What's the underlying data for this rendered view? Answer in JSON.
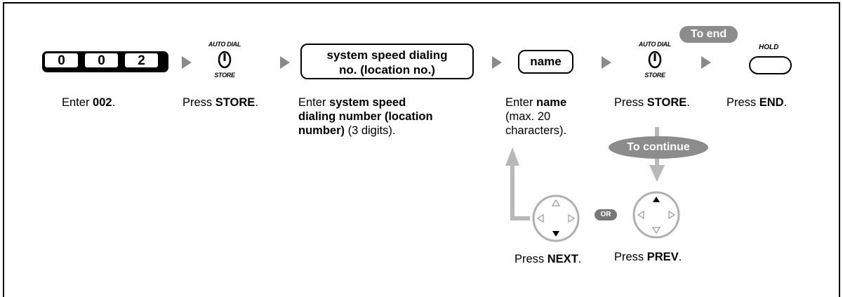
{
  "keys": [
    "0",
    "0",
    "2"
  ],
  "store_button": {
    "top_label": "AUTO DIAL",
    "bottom_label": "STORE"
  },
  "speed_box": {
    "line1": "system speed dialing",
    "line2": "no. (location no.)"
  },
  "name_box": "name",
  "hold_button": {
    "label": "HOLD"
  },
  "pills": {
    "to_end": "To end",
    "to_continue": "To continue",
    "or": "OR"
  },
  "captions": {
    "step1": {
      "pre": "Enter ",
      "bold": "002",
      "post": "."
    },
    "step2": {
      "pre": "Press ",
      "bold": "STORE",
      "post": "."
    },
    "step3": {
      "pre": "Enter ",
      "bold1": "system speed",
      "bold2": "dialing number (location",
      "bold3": "number)",
      "post": " (3 digits)."
    },
    "step4": {
      "pre": "Enter ",
      "bold": "name",
      "line2": "(max. 20",
      "line3": "characters)."
    },
    "step5": {
      "pre": "Press ",
      "bold": "STORE",
      "post": "."
    },
    "step6": {
      "pre": "Press ",
      "bold": "END",
      "post": "."
    },
    "next": {
      "pre": "Press ",
      "bold": "NEXT",
      "post": "."
    },
    "prev": {
      "pre": "Press ",
      "bold": "PREV",
      "post": "."
    }
  },
  "colors": {
    "arrow_gray": "#8a8a8a",
    "pill_gray": "#8c8c8c",
    "line_gray": "#b8b8b8"
  }
}
